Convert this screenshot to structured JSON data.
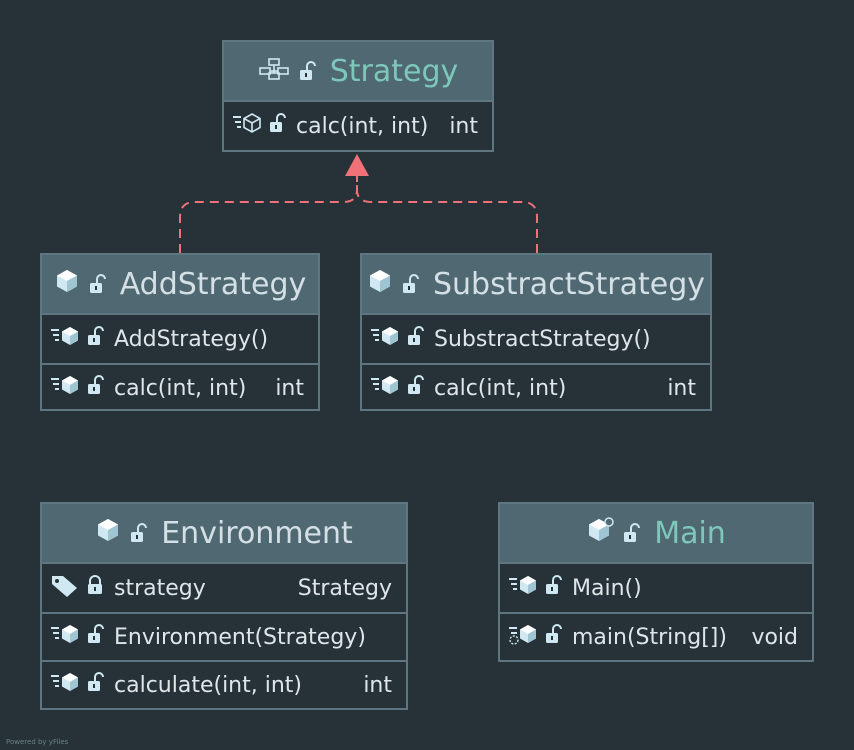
{
  "diagram": {
    "colors": {
      "background": "#263238",
      "header": "#4f6872",
      "border": "#5f7680",
      "edge": "#f07178",
      "accent_title": "#7ec7bb",
      "text": "#dfe6ea"
    },
    "nodes": {
      "strategy": {
        "title": "Strategy",
        "kind": "interface",
        "header_icons": [
          "interface-icon",
          "unlocked-icon"
        ],
        "rows": [
          {
            "label": "calc(int, int)",
            "type": "int",
            "icons": [
              "abstract-method-icon",
              "unlocked-icon"
            ]
          }
        ]
      },
      "add_strategy": {
        "title": "AddStrategy",
        "kind": "class",
        "header_icons": [
          "class-icon",
          "unlocked-icon"
        ],
        "rows": [
          {
            "label": "AddStrategy()",
            "type": "",
            "icons": [
              "method-icon",
              "unlocked-icon"
            ]
          },
          {
            "label": "calc(int, int)",
            "type": "int",
            "icons": [
              "method-icon",
              "unlocked-icon"
            ]
          }
        ]
      },
      "substract_strategy": {
        "title": "SubstractStrategy",
        "kind": "class",
        "header_icons": [
          "class-icon",
          "unlocked-icon"
        ],
        "rows": [
          {
            "label": "SubstractStrategy()",
            "type": "",
            "icons": [
              "method-icon",
              "unlocked-icon"
            ]
          },
          {
            "label": "calc(int, int)",
            "type": "int",
            "icons": [
              "method-icon",
              "unlocked-icon"
            ]
          }
        ]
      },
      "environment": {
        "title": "Environment",
        "kind": "class",
        "header_icons": [
          "class-icon",
          "unlocked-icon"
        ],
        "rows": [
          {
            "label": "strategy",
            "type": "Strategy",
            "icons": [
              "field-tag-icon",
              "locked-icon"
            ]
          },
          {
            "label": "Environment(Strategy)",
            "type": "",
            "icons": [
              "method-icon",
              "unlocked-icon"
            ]
          },
          {
            "label": "calculate(int, int)",
            "type": "int",
            "icons": [
              "method-icon",
              "unlocked-icon"
            ]
          }
        ]
      },
      "main": {
        "title": "Main",
        "kind": "class",
        "header_icons": [
          "main-class-icon",
          "unlocked-icon"
        ],
        "rows": [
          {
            "label": "Main()",
            "type": "",
            "icons": [
              "method-icon",
              "unlocked-icon"
            ]
          },
          {
            "label": "main(String[])",
            "type": "void",
            "icons": [
              "static-method-icon",
              "unlocked-icon"
            ]
          }
        ]
      }
    },
    "edges": [
      {
        "from": "add_strategy",
        "to": "strategy",
        "kind": "realization"
      },
      {
        "from": "substract_strategy",
        "to": "strategy",
        "kind": "realization"
      }
    ],
    "footer_note": "Powered by yFiles"
  }
}
